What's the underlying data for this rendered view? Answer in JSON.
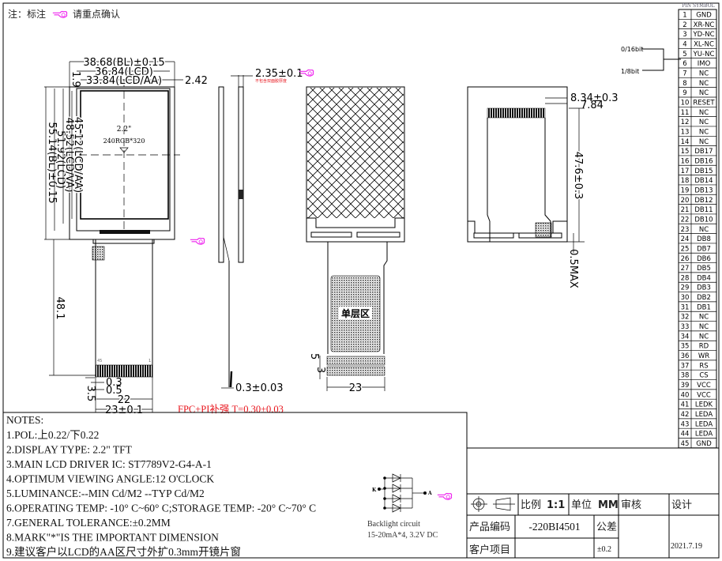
{
  "header_note": {
    "prefix": "注：标注",
    "suffix": "请重点确认"
  },
  "front_view": {
    "width_bl": "38.68(BL)±0.15",
    "width_lcd": "36.84(LCD)",
    "width_aa": "33.84(LCD/AA)",
    "offset_right": "2.42",
    "offset_top": "1.9",
    "height_aa": "45.12(LCD/AA)",
    "height_va": "48.52(LCD/VA)",
    "height_lcd": "51.92(LCD)",
    "height_bl": "55.14(BL)±0.15",
    "size_label": "2.2\"",
    "resolution_label": "240RGB*320",
    "fpc_length": "48.1",
    "pitch_03": "0.3",
    "pitch_05": "0.5",
    "finger_length": "3.5",
    "finger_width": "22",
    "fpc_width": "23±0.1",
    "pin_first": "45",
    "pin_last": "1"
  },
  "side_view": {
    "thickness": "2.35±0.1",
    "thickness_note": "不包含双面胶厚度",
    "fpc_thickness": "0.3±0.03",
    "stiffener_note": "FPC+PI补强 T=0.30±0.03"
  },
  "back_view": {
    "single_layer_label": "单层区",
    "dim_5": "5",
    "dim_3": "3",
    "fpc_width": "23"
  },
  "back_view_folded": {
    "dim_a": "8.34±0.3",
    "dim_b": "7.84",
    "height": "47.6±0.3",
    "gap": "0.5MAX"
  },
  "interface_select": {
    "option_a": "0/16bit",
    "option_b": "1/8bit"
  },
  "pin_table": {
    "header": "PIN SYMBOL",
    "pins": [
      "GND",
      "XR-NC",
      "YD-NC",
      "XL-NC",
      "YU-NC",
      "IMO",
      "NC",
      "NC",
      "NC",
      "RESET",
      "NC",
      "NC",
      "NC",
      "NC",
      "DB17",
      "DB16",
      "DB15",
      "DB14",
      "DB13",
      "DB12",
      "DB11",
      "DB10",
      "NC",
      "DB8",
      "DB7",
      "DB6",
      "DB5",
      "DB4",
      "DB3",
      "DB2",
      "DB1",
      "NC",
      "NC",
      "NC",
      "RD",
      "WR",
      "RS",
      "CS",
      "VCC",
      "VCC",
      "LEDK",
      "LEDA",
      "LEDA",
      "LEDA",
      "GND"
    ]
  },
  "notes": {
    "title": "NOTES:",
    "items": [
      "1.POL:上0.22/下0.22",
      "2.DISPLAY TYPE:   2.2\" TFT",
      "3.MAIN LCD DRIVER IC: ST7789V2-G4-A-1",
      "4.OPTIMUM VIEWING ANGLE:12 O'CLOCK",
      "5.LUMINANCE:--MIN Cd/M2 --TYP Cd/M2",
      "6.OPERATING TEMP: -10° C~60° C;STORAGE TEMP: -20° C~70° C",
      "7.GENERAL TOLERANCE:±0.2MM",
      "8.MARK\"*\"IS THE IMPORTANT DIMENSION",
      "9.建议客户以LCD的AA区尺寸外扩0.3mm开镜片窗"
    ]
  },
  "backlight": {
    "title": "Backlight circuit",
    "spec": "15-20mA*4, 3.2V DC",
    "cathode": "K",
    "anode": "A"
  },
  "title_block": {
    "scale_label": "比例",
    "scale_value": "1:1",
    "unit_label": "单位",
    "unit_value": "MM",
    "review_label": "审核",
    "design_label": "设计",
    "product_code_label": "产品编码",
    "product_code": "-220BI4501",
    "tolerance_label": "公差",
    "tolerance_value": "±0.2",
    "customer_label": "客户项目",
    "date": "2021.7.19"
  },
  "colors": {
    "line": "#000000",
    "highlight": "#e8131b",
    "marker": "#ee22ee"
  }
}
